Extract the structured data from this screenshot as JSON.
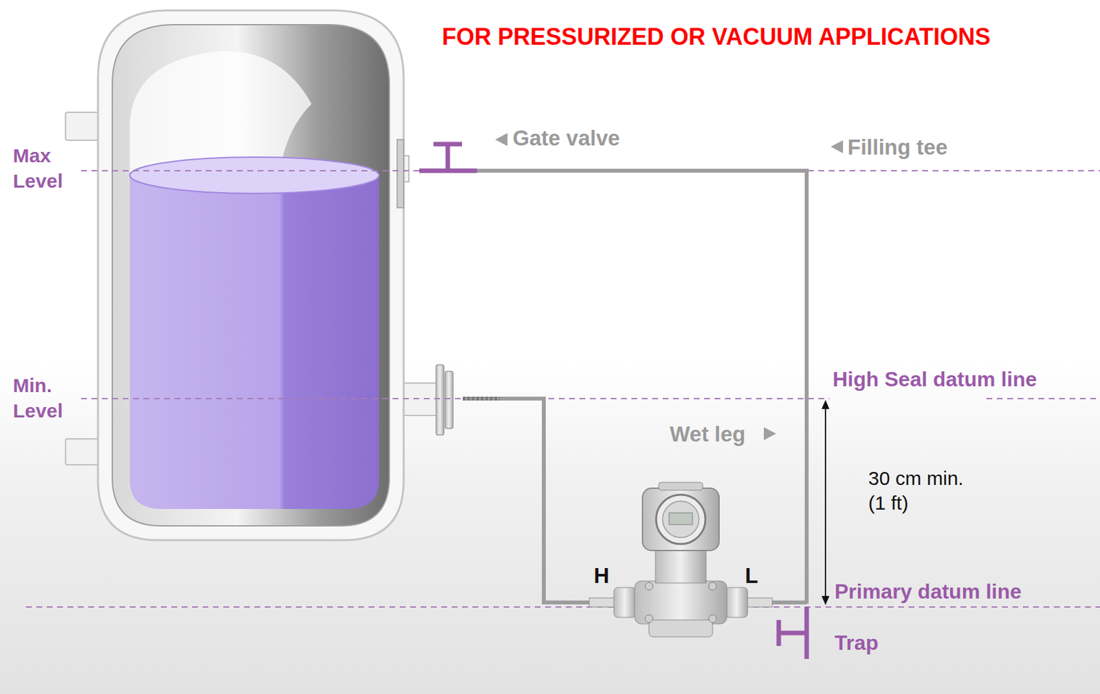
{
  "diagram": {
    "title": "FOR PRESSURIZED OR VACUUM APPLICATIONS",
    "labels": [
      "Gate valve",
      "Filling tee",
      "Max Level",
      "Min. Level",
      "High Seal datum line",
      "Wet leg",
      "30 cm min. (1 ft)",
      "H",
      "L",
      "Primary datum line",
      "Trap"
    ]
  }
}
